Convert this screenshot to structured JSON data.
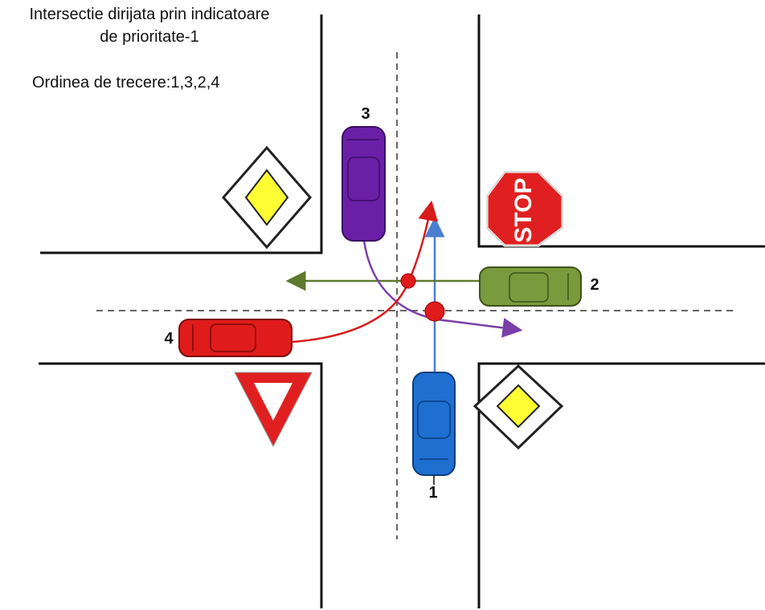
{
  "title": {
    "line1": "Intersectie dirijata prin indicatoare",
    "line2": "de prioritate-1"
  },
  "order": "Ordinea de trecere:1,3,2,4",
  "signs": {
    "stop_text": "STOP"
  },
  "cars": [
    {
      "number": "1",
      "color": "#1f6fd1"
    },
    {
      "number": "2",
      "color": "#7a9a3e"
    },
    {
      "number": "3",
      "color": "#6a1fa6"
    },
    {
      "number": "4",
      "color": "#e01b1b"
    }
  ],
  "colors": {
    "road_edge": "#111111",
    "conflict_point": "#e01b1b",
    "priority_sign_fill": "#ffff33",
    "stop_sign": "#e02020",
    "yield_sign": "#e02020",
    "path_car1": "#4a7fd0",
    "path_car2": "#5e7a2e",
    "path_car3": "#7a3ea8",
    "path_car4": "#d81b1b"
  }
}
